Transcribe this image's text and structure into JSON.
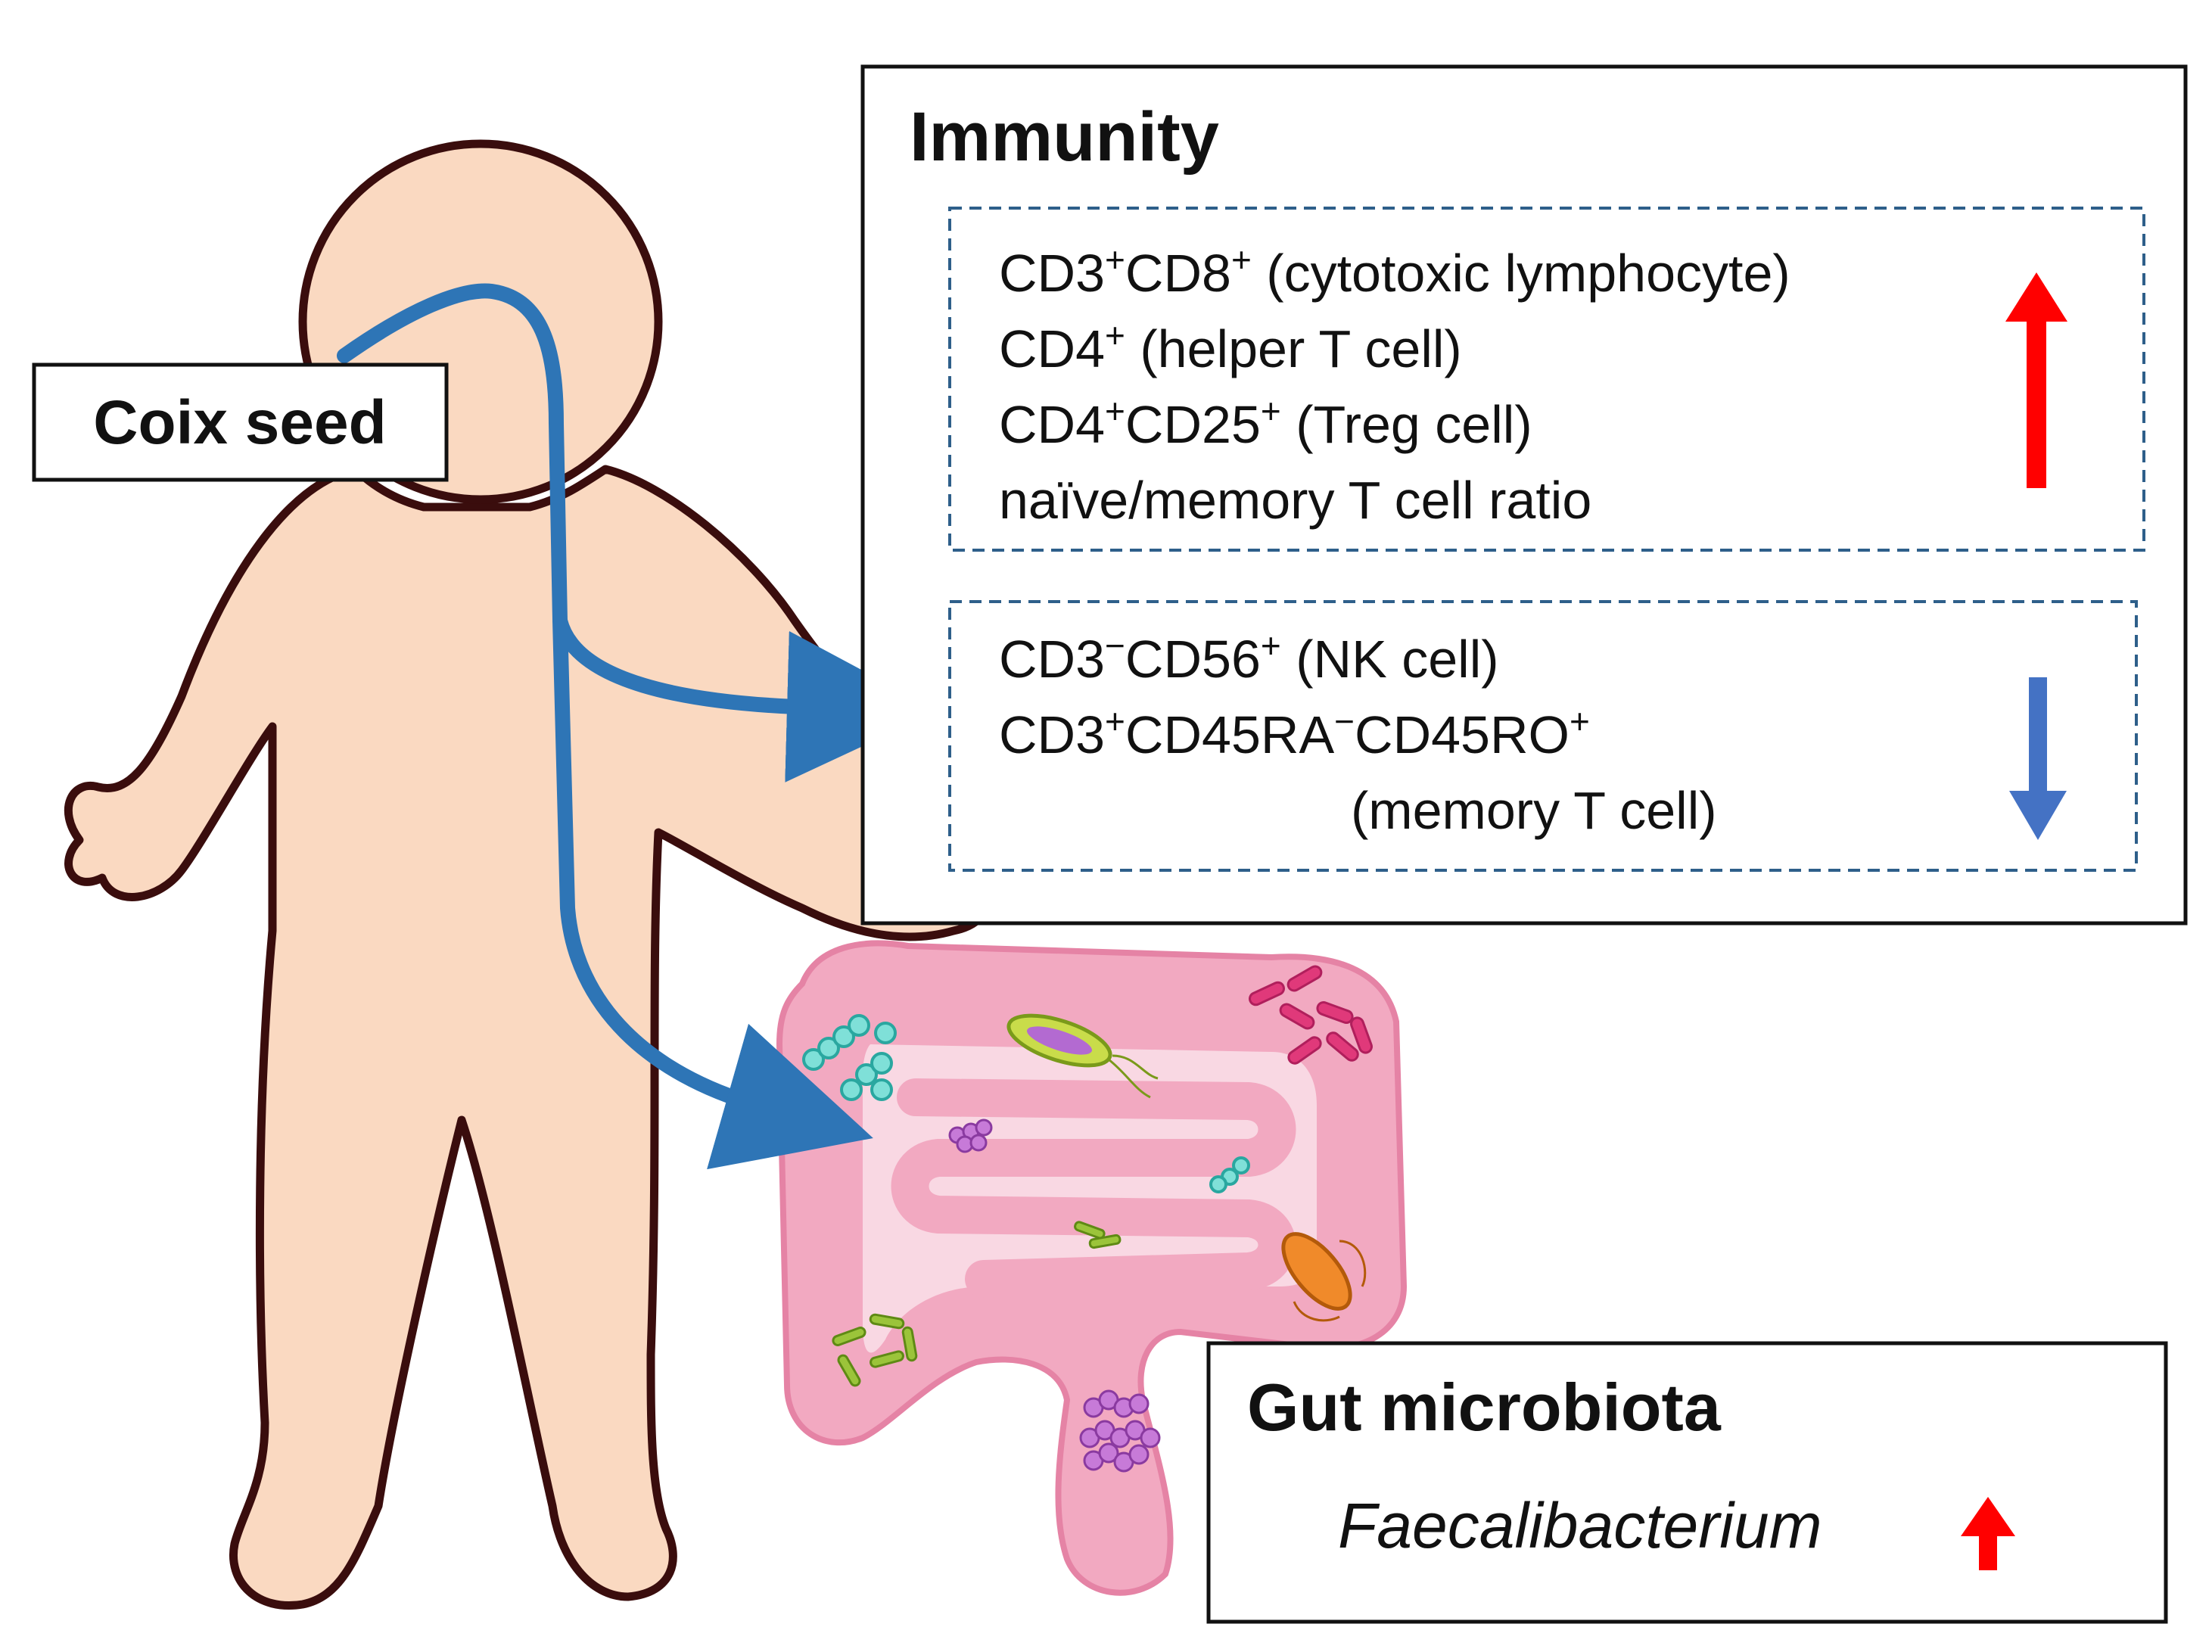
{
  "labels": {
    "input": "Coix seed",
    "immunity_title": "Immunity",
    "microbiota_title": "Gut microbiota"
  },
  "immunity": {
    "increased": [
      {
        "base": "CD3",
        "sup1": "+",
        "base2": "CD8",
        "sup2": "+",
        "desc": " (cytotoxic lymphocyte)"
      },
      {
        "base": "CD4",
        "sup1": "+",
        "base2": "",
        "sup2": "",
        "desc": " (helper T cell)"
      },
      {
        "base": "CD4",
        "sup1": "+",
        "base2": "CD25",
        "sup2": "+",
        "desc": " (Treg cell)"
      },
      {
        "text": "naïve/memory T cell ratio"
      }
    ],
    "decreased": [
      {
        "base": "CD3",
        "sup1": "−",
        "base2": "CD56",
        "sup2": "+",
        "desc": " (NK cell)"
      },
      {
        "base": "CD3",
        "sup1": "+",
        "base2": "CD45RA",
        "sup2": "−",
        "base3": "CD45RO",
        "sup3": "+"
      },
      {
        "text": "(memory T cell)"
      }
    ]
  },
  "microbiota": {
    "taxon": "Faecalibacterium"
  },
  "colors": {
    "skin": "#fad9c1",
    "outline": "#3a0d0d",
    "arrow_blue": "#2e75b6",
    "up_red": "#ff0000",
    "down_blue": "#4472c4",
    "dash_box": "#2e5f8a",
    "intestine": "#f2a9c1",
    "intestine_dark": "#e583a5"
  },
  "icons": [
    "up-arrow-icon",
    "down-arrow-icon",
    "bacteria-icon"
  ]
}
